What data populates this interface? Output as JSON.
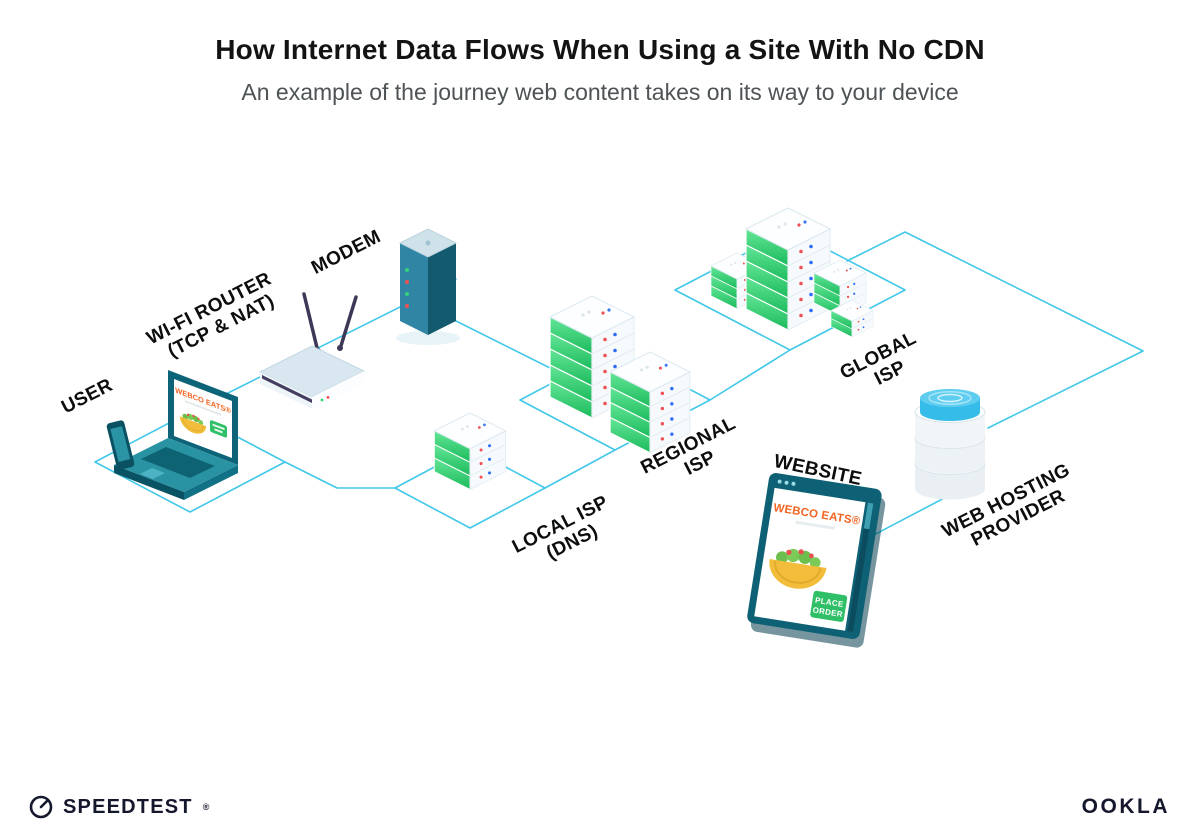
{
  "header": {
    "title": "How Internet Data Flows When Using a Site With No CDN",
    "subtitle": "An example of the journey web content takes on its way to your device"
  },
  "colors": {
    "line": "#41c8e9",
    "green": "#2fc96a",
    "orange": "#f26522",
    "teal": "#0e6174",
    "ink": "#131313"
  },
  "diagram": {
    "nodes": [
      {
        "id": "user",
        "label_lines": [
          "USER"
        ]
      },
      {
        "id": "wifi-router",
        "label_lines": [
          "WI-FI ROUTER",
          "(TCP & NAT)"
        ]
      },
      {
        "id": "modem",
        "label_lines": [
          "MODEM"
        ]
      },
      {
        "id": "local-isp",
        "label_lines": [
          "LOCAL ISP",
          "(DNS)"
        ]
      },
      {
        "id": "regional-isp",
        "label_lines": [
          "REGIONAL",
          "ISP"
        ]
      },
      {
        "id": "global-isp",
        "label_lines": [
          "GLOBAL",
          "ISP"
        ]
      },
      {
        "id": "website",
        "label_lines": [
          "WEBSITE"
        ]
      },
      {
        "id": "web-hosting",
        "label_lines": [
          "WEB HOSTING",
          "PROVIDER"
        ]
      }
    ],
    "website_screen": {
      "brand": "WEBCO EATS®",
      "button_line1": "PLACE",
      "button_line2": "ORDER"
    },
    "laptop_screen": {
      "brand": "WEBCO EATS®"
    }
  },
  "footer": {
    "speedtest": "SPEEDTEST",
    "speedtest_reg": "®",
    "ookla": "OOKLA"
  }
}
